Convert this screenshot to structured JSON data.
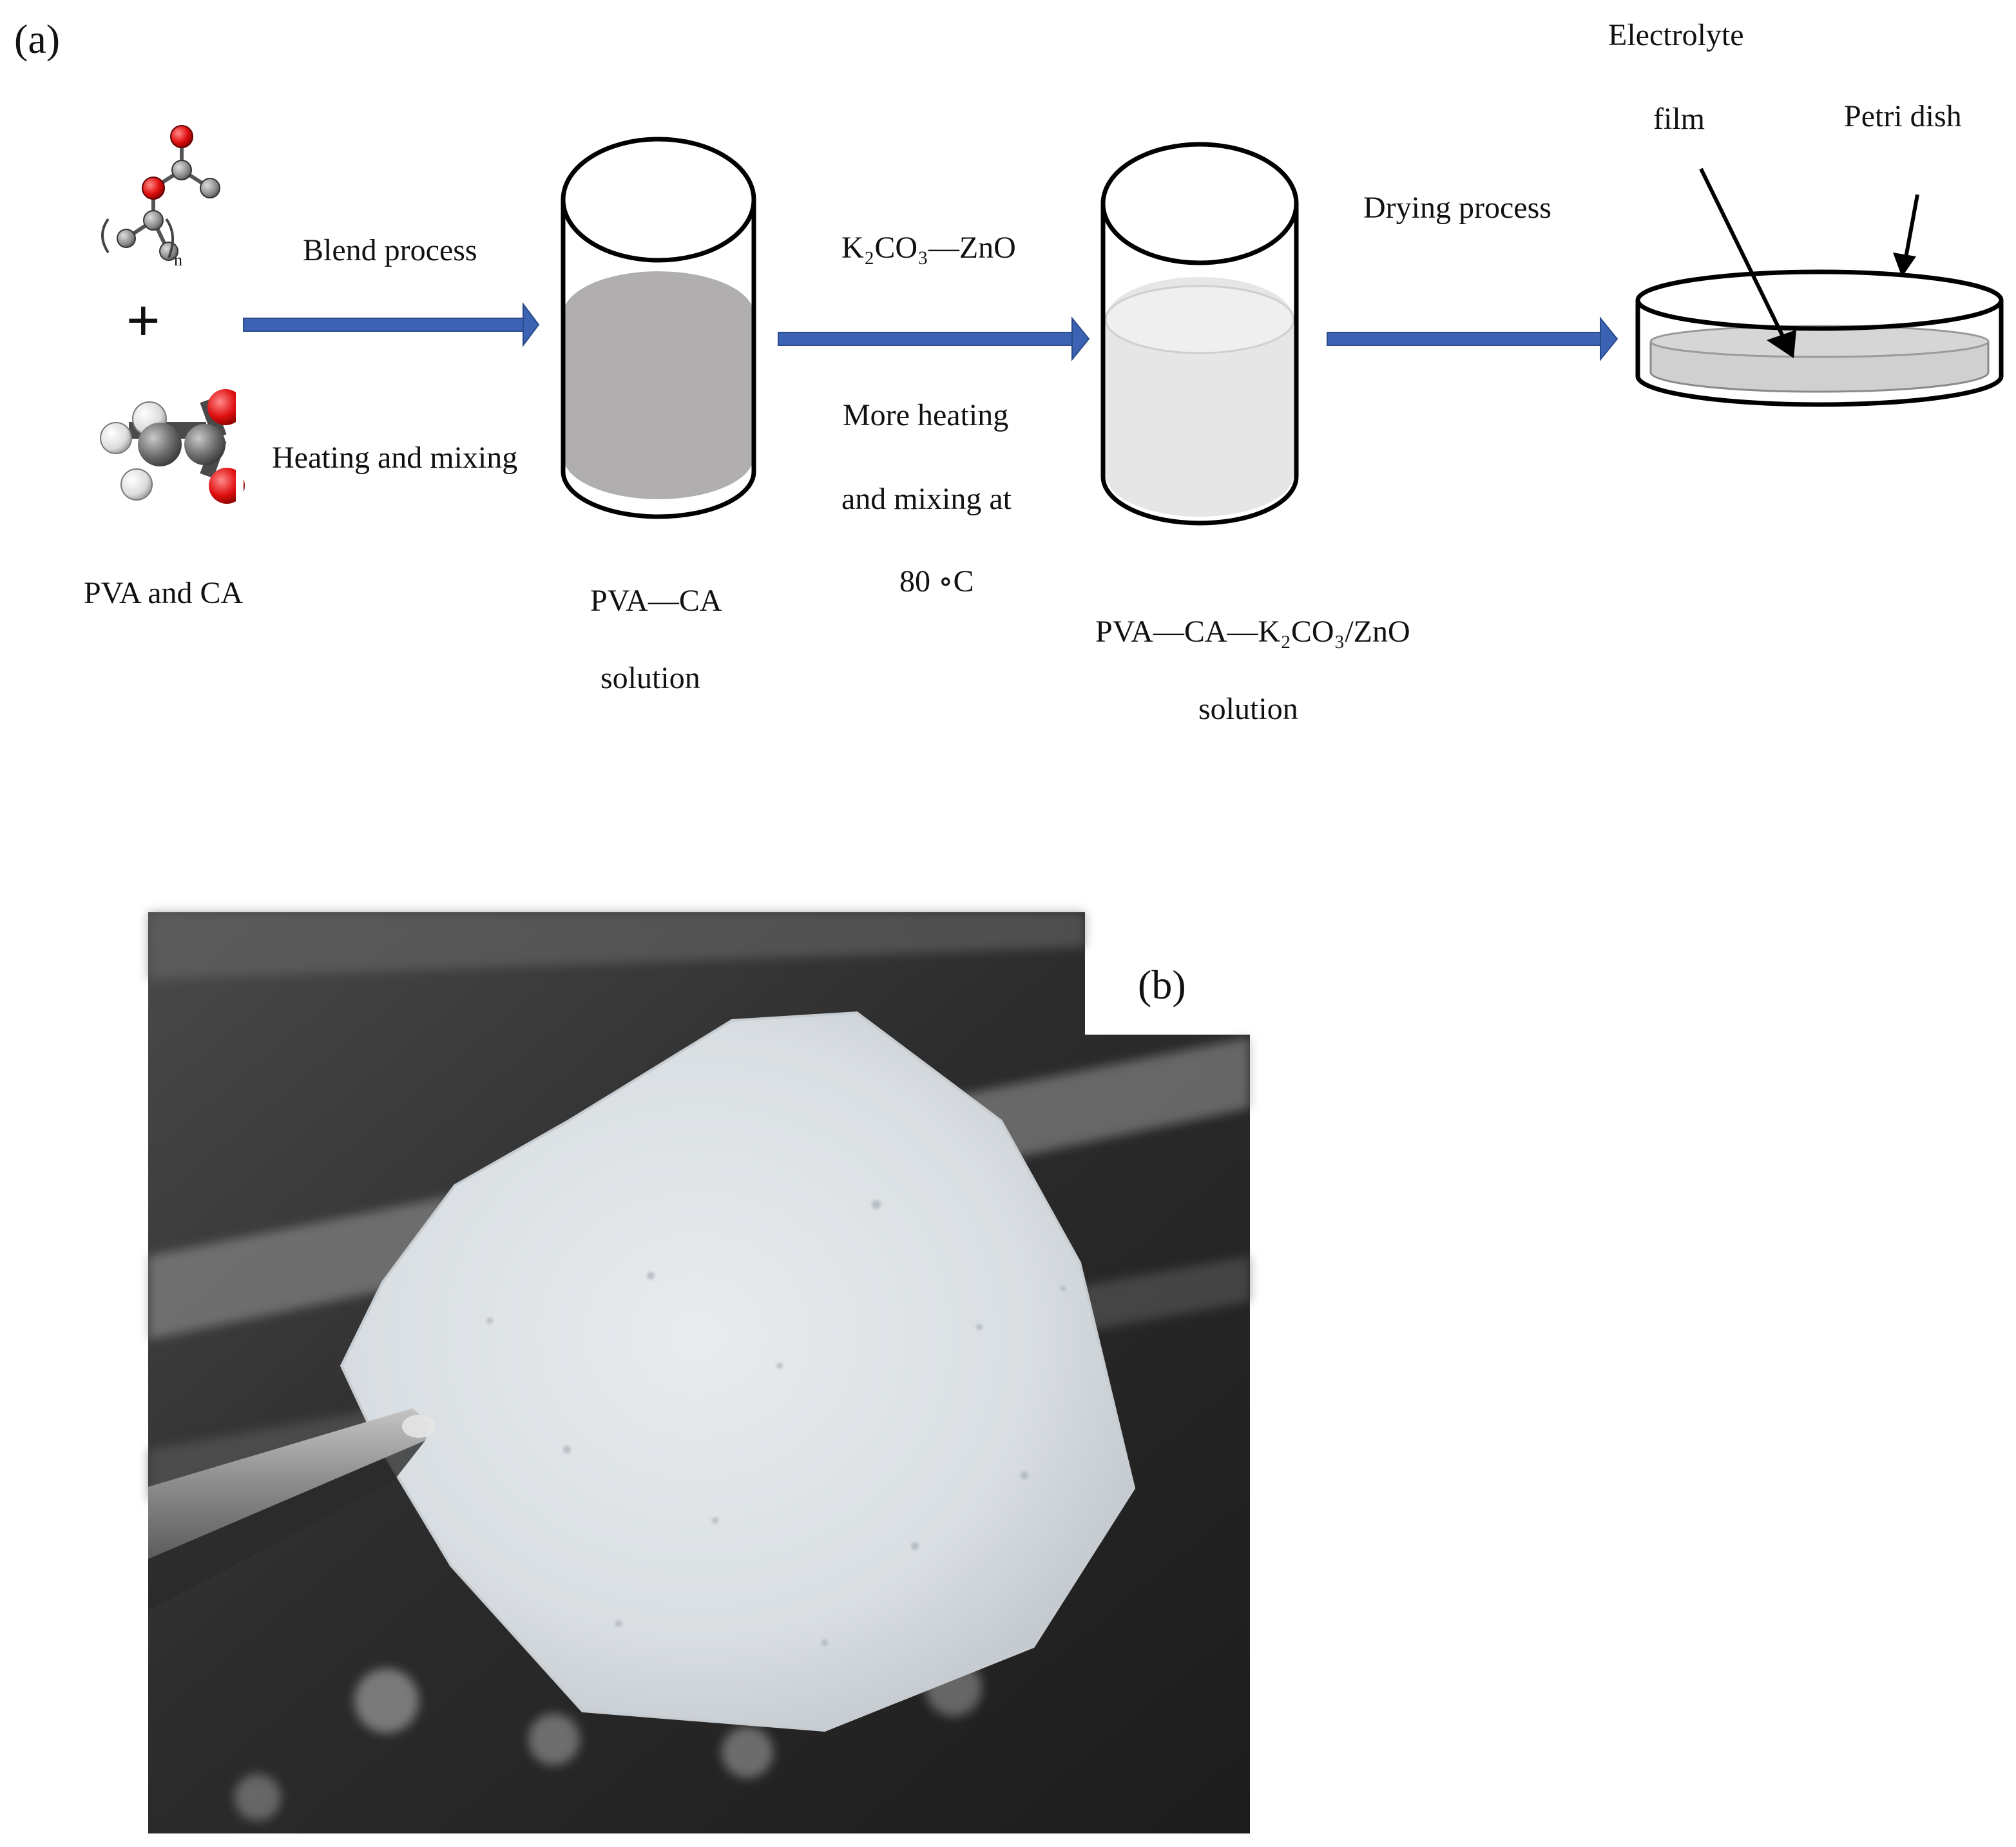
{
  "panel_a": {
    "panel_label": "(a)",
    "reactants": {
      "plus": "+",
      "label": "PVA and CA",
      "polymer_subscript": "n"
    },
    "step1": {
      "label_top": "Blend process",
      "label_bottom": "Heating and mixing"
    },
    "beaker1": {
      "label_line1": "PVA—CA",
      "label_line2": "solution",
      "liquid_color": "#b0aeae"
    },
    "step2": {
      "label_top": "K₂CO₃—ZnO",
      "label_line1": "More heating",
      "label_line2": "and mixing at",
      "label_line3": "80 ∘C"
    },
    "beaker2": {
      "label_line1": "PVA—CA—K₂CO₃/ZnO",
      "label_line2": "solution",
      "liquid_color": "#e6e6e6"
    },
    "step3": {
      "label_top": "Drying process"
    },
    "petri": {
      "label_electrolyte": "Electrolyte",
      "label_film": "film",
      "label_dish": "Petri dish",
      "film_color": "#d0d0d0"
    },
    "arrow_color": "#3c63b3"
  },
  "panel_b": {
    "panel_label": "(b)",
    "photo_subject": "electrolyte-film-held-by-tweezers"
  }
}
